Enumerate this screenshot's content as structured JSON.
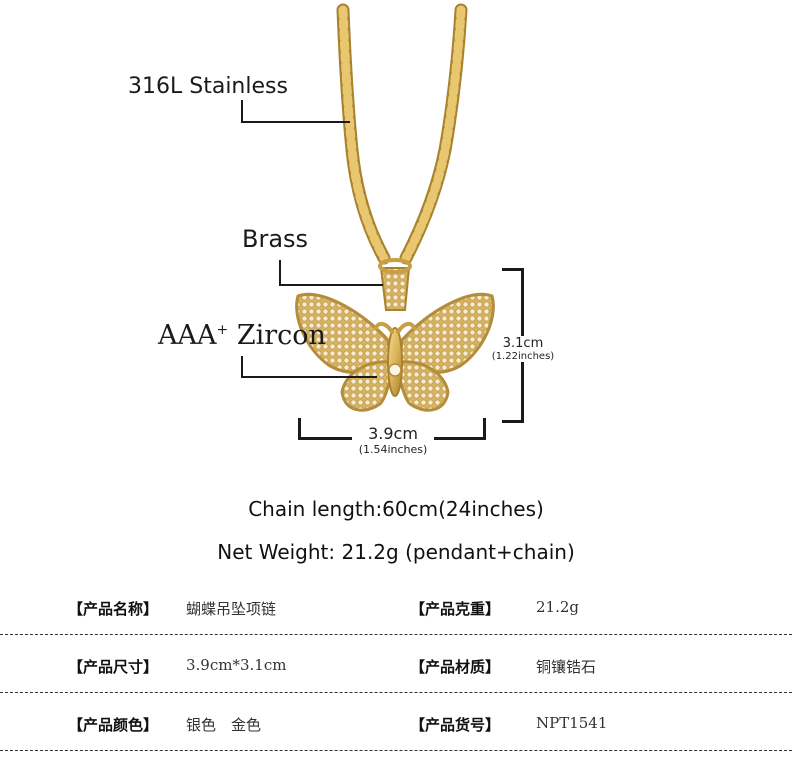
{
  "callouts": {
    "chain_material": "316L Stainless",
    "bail_material": "Brass",
    "stone_prefix": "AAA",
    "stone_plus": "+",
    "stone_name": "Zircon"
  },
  "dimensions": {
    "height_cm": "3.1cm",
    "height_in": "(1.22inches)",
    "width_cm": "3.9cm",
    "width_in": "(1.54inches)"
  },
  "specs": {
    "chain_length": "Chain length:60cm(24inches)",
    "net_weight": "Net Weight: 21.2g (pendant+chain)"
  },
  "table": [
    {
      "label1": "【产品名称】",
      "value1": "蝴蝶吊坠项链",
      "label2": "【产品克重】",
      "value2": "21.2g"
    },
    {
      "label1": "【产品尺寸】",
      "value1": "3.9cm*3.1cm",
      "label2": "【产品材质】",
      "value2": "铜镶锆石"
    },
    {
      "label1": "【产品颜色】",
      "value1": "银色　金色",
      "label2": "【产品货号】",
      "value2": "NPT1541"
    }
  ],
  "colors": {
    "gold": "#d9b45a",
    "gold_dark": "#a9822e",
    "gold_light": "#f3dc95",
    "line": "#1a1a1a"
  }
}
